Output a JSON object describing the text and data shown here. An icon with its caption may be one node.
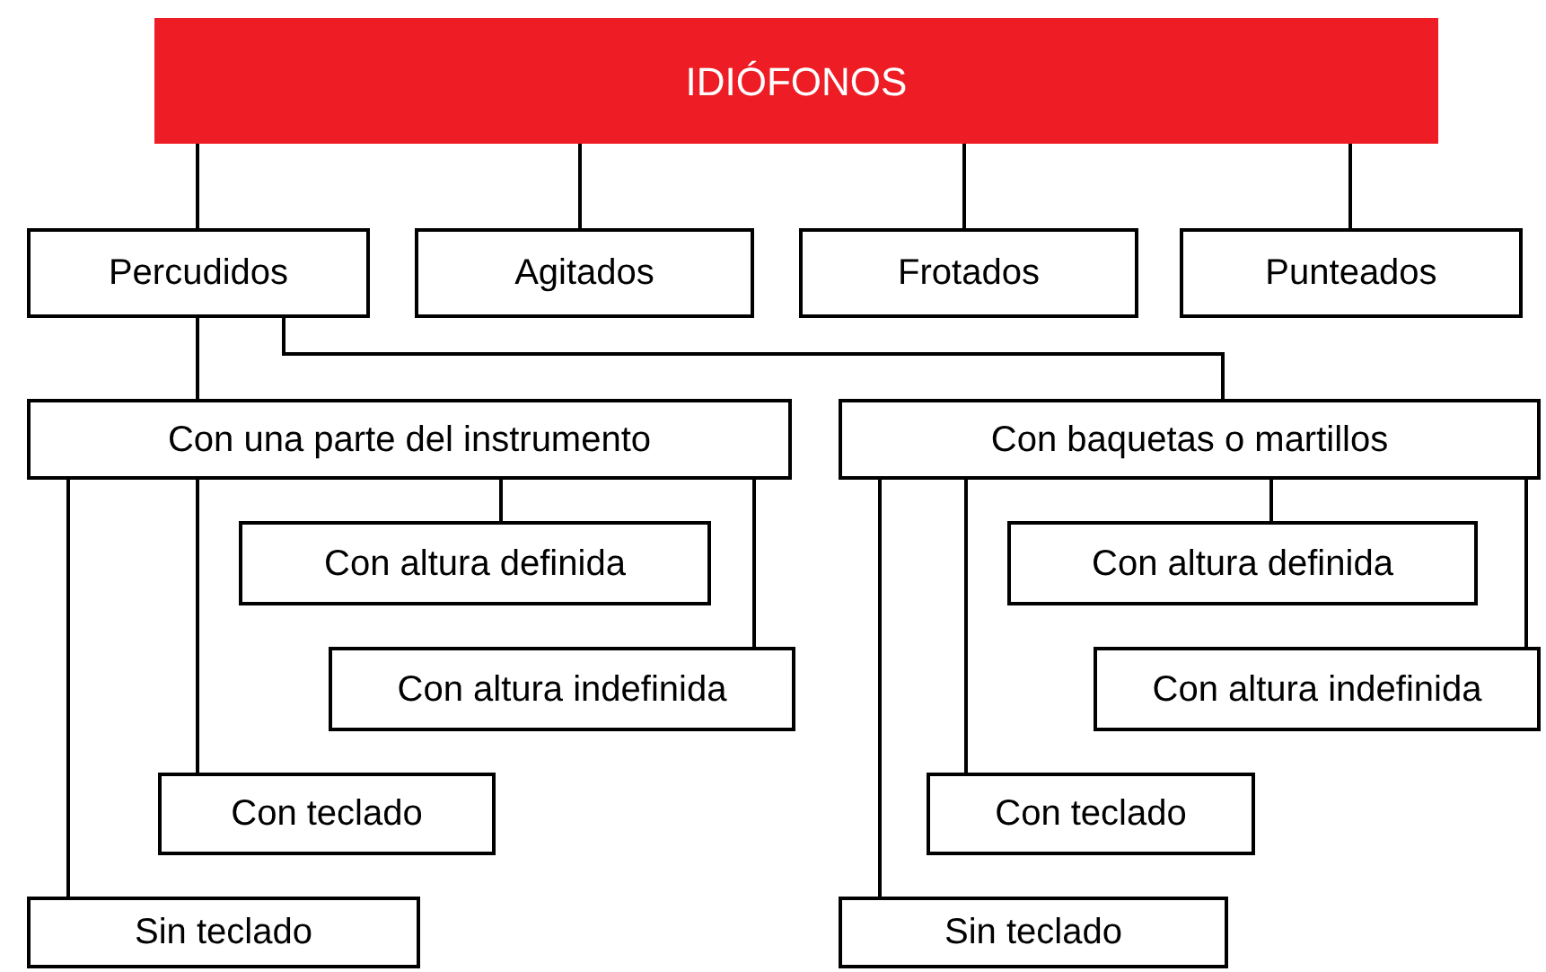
{
  "diagram": {
    "nodes": [
      {
        "text": [
          "IDIÓFONOS"
        ]
      },
      {
        "text": [
          "Percudidos"
        ]
      },
      {
        "text": [
          "Agitados"
        ]
      },
      {
        "text": [
          "Frotados"
        ]
      },
      {
        "text": [
          "Punteados"
        ]
      },
      {
        "text": [
          "Con una parte del instrumento"
        ]
      },
      {
        "text": [
          "Con baquetas o martillos"
        ]
      },
      {
        "text": [
          "Con altura definida"
        ]
      },
      {
        "text": [
          "Con altura indefinida"
        ]
      },
      {
        "text": [
          "Con teclado"
        ]
      },
      {
        "text": [
          "Sin teclado"
        ]
      },
      {
        "text": [
          "Con altura definida"
        ]
      },
      {
        "text": [
          "Con altura indefinida"
        ]
      },
      {
        "text": [
          "Con teclado"
        ]
      },
      {
        "text": [
          "Sin teclado"
        ]
      }
    ],
    "edges": [
      {
        "from": 0,
        "to": 1,
        "arrow": "none"
      },
      {
        "from": 0,
        "to": 2,
        "arrow": "none"
      },
      {
        "from": 0,
        "to": 3,
        "arrow": "none"
      },
      {
        "from": 0,
        "to": 4,
        "arrow": "none"
      },
      {
        "from": 1,
        "to": 5,
        "arrow": "none"
      },
      {
        "from": 1,
        "to": 6,
        "arrow": "none"
      },
      {
        "from": 5,
        "to": 7,
        "arrow": "none"
      },
      {
        "from": 5,
        "to": 8,
        "arrow": "none"
      },
      {
        "from": 5,
        "to": 9,
        "arrow": "none"
      },
      {
        "from": 5,
        "to": 10,
        "arrow": "none"
      },
      {
        "from": 6,
        "to": 11,
        "arrow": "none"
      },
      {
        "from": 6,
        "to": 12,
        "arrow": "none"
      },
      {
        "from": 6,
        "to": 13,
        "arrow": "none"
      },
      {
        "from": 6,
        "to": 14,
        "arrow": "none"
      }
    ]
  }
}
